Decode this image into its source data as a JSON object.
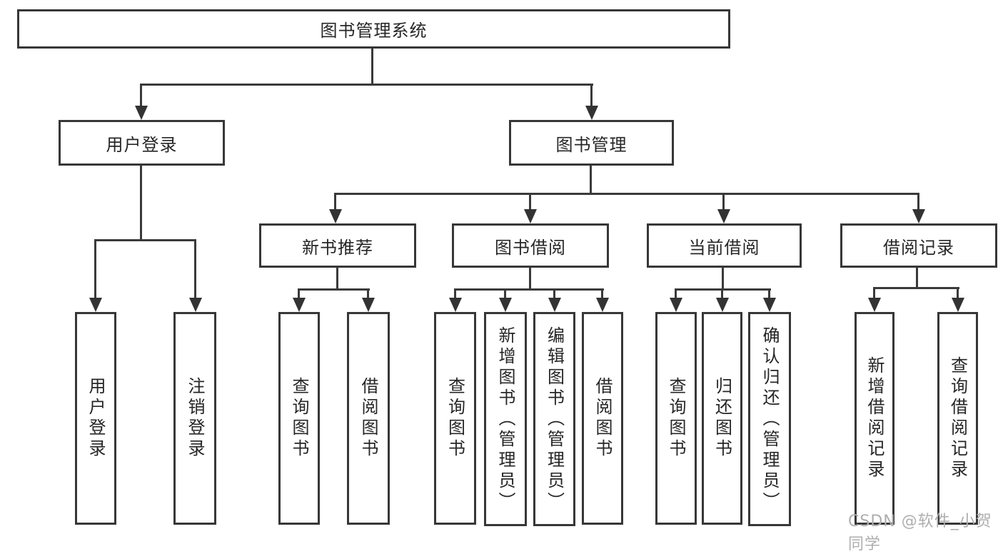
{
  "nodes": {
    "root": "图书管理系统",
    "l2": [
      "用户登录",
      "图书管理"
    ],
    "l3": [
      "新书推荐",
      "图书借阅",
      "当前借阅",
      "借阅记录"
    ],
    "leaves": {
      "user": [
        "用户登录",
        "注销登录"
      ],
      "recommend": [
        "查询图书",
        "借阅图书"
      ],
      "borrow": [
        "查询图书",
        "新增图书（管理员）",
        "编辑图书（管理员）",
        "借阅图书"
      ],
      "current": [
        "查询图书",
        "归还图书",
        "确认归还（管理员）"
      ],
      "records": [
        "新增借阅记录",
        "查询借阅记录"
      ]
    }
  },
  "watermark": "CSDN @软件_小贺同学",
  "colors": {
    "line": "#3a3a3a",
    "box_border": "#373737",
    "text": "#262626",
    "background": "#ffffff",
    "watermark": "#aeaeae"
  }
}
